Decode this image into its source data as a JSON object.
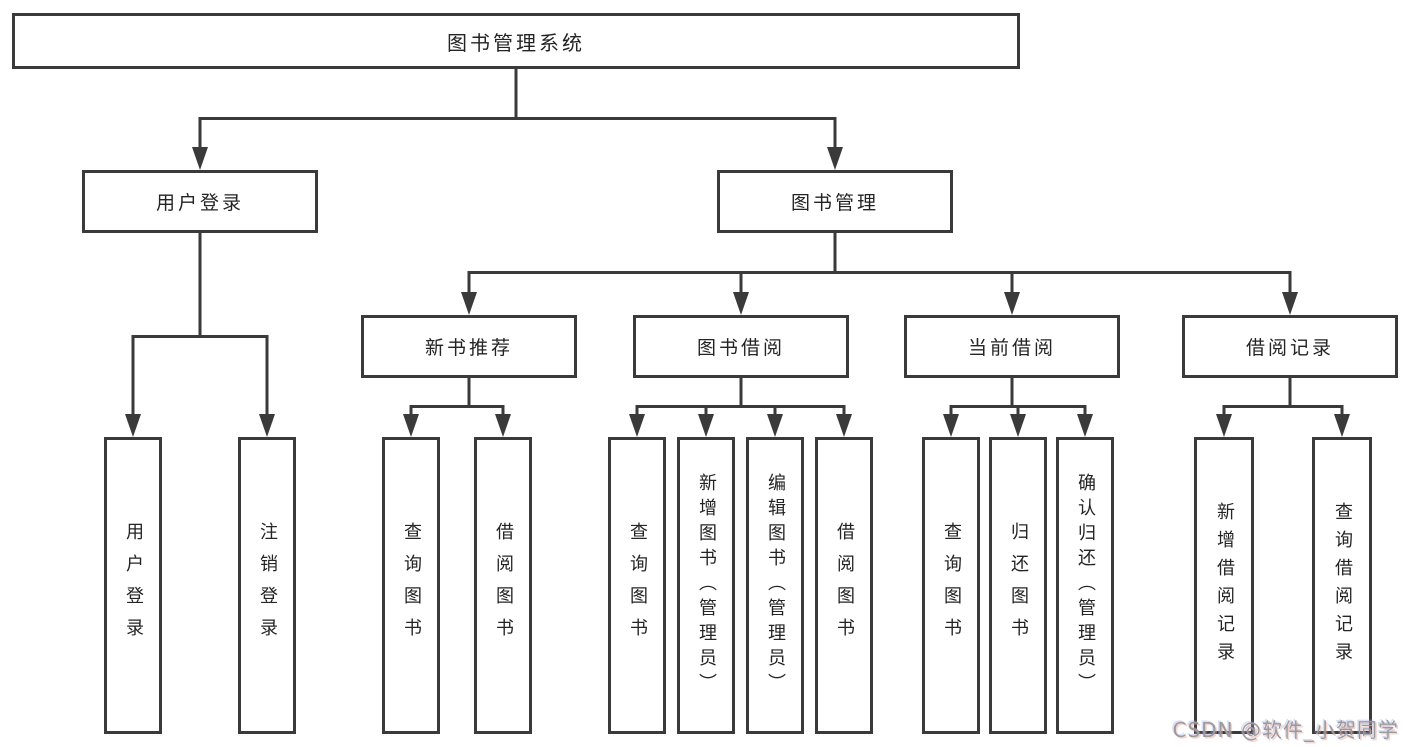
{
  "title": "图书管理系统",
  "tree": {
    "label": "图书管理系统",
    "children": [
      {
        "label": "用户登录",
        "children": [
          {
            "label": "用户登录"
          },
          {
            "label": "注销登录"
          }
        ]
      },
      {
        "label": "图书管理",
        "children": [
          {
            "label": "新书推荐",
            "children": [
              {
                "label": "查询图书"
              },
              {
                "label": "借阅图书"
              }
            ]
          },
          {
            "label": "图书借阅",
            "children": [
              {
                "label": "查询图书"
              },
              {
                "label": "新增图书（管理员）"
              },
              {
                "label": "编辑图书（管理员）"
              },
              {
                "label": "借阅图书"
              }
            ]
          },
          {
            "label": "当前借阅",
            "children": [
              {
                "label": "查询图书"
              },
              {
                "label": "归还图书"
              },
              {
                "label": "确认归还（管理员）"
              }
            ]
          },
          {
            "label": "借阅记录",
            "children": [
              {
                "label": "新增借阅记录"
              },
              {
                "label": "查询借阅记录"
              }
            ]
          }
        ]
      }
    ]
  },
  "watermark": "CSDN @软件_小贺同学",
  "colors": {
    "background": "#ffffff",
    "line": "#3a3a3a",
    "box_border": "#3a3a3a",
    "box_fill": "#ffffff",
    "text": "#242424",
    "watermark_text": "#9b9b9b"
  }
}
